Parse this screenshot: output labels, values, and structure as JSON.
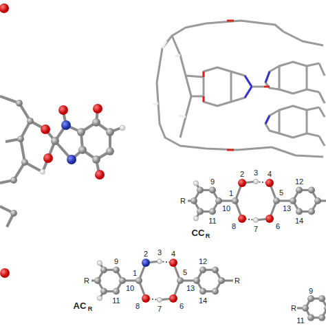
{
  "diagram": {
    "labels": [
      "9",
      "2",
      "3",
      "4",
      "12",
      "R",
      "1",
      "10",
      "5",
      "13",
      "11",
      "8",
      "7",
      "6",
      "14",
      "CC",
      "R",
      "9",
      "2",
      "3",
      "4",
      "12",
      "R",
      "10",
      "1",
      "5",
      "13",
      "R",
      "11",
      "8",
      "7",
      "6",
      "14",
      "AC",
      "R",
      "R",
      "9",
      "11"
    ]
  }
}
